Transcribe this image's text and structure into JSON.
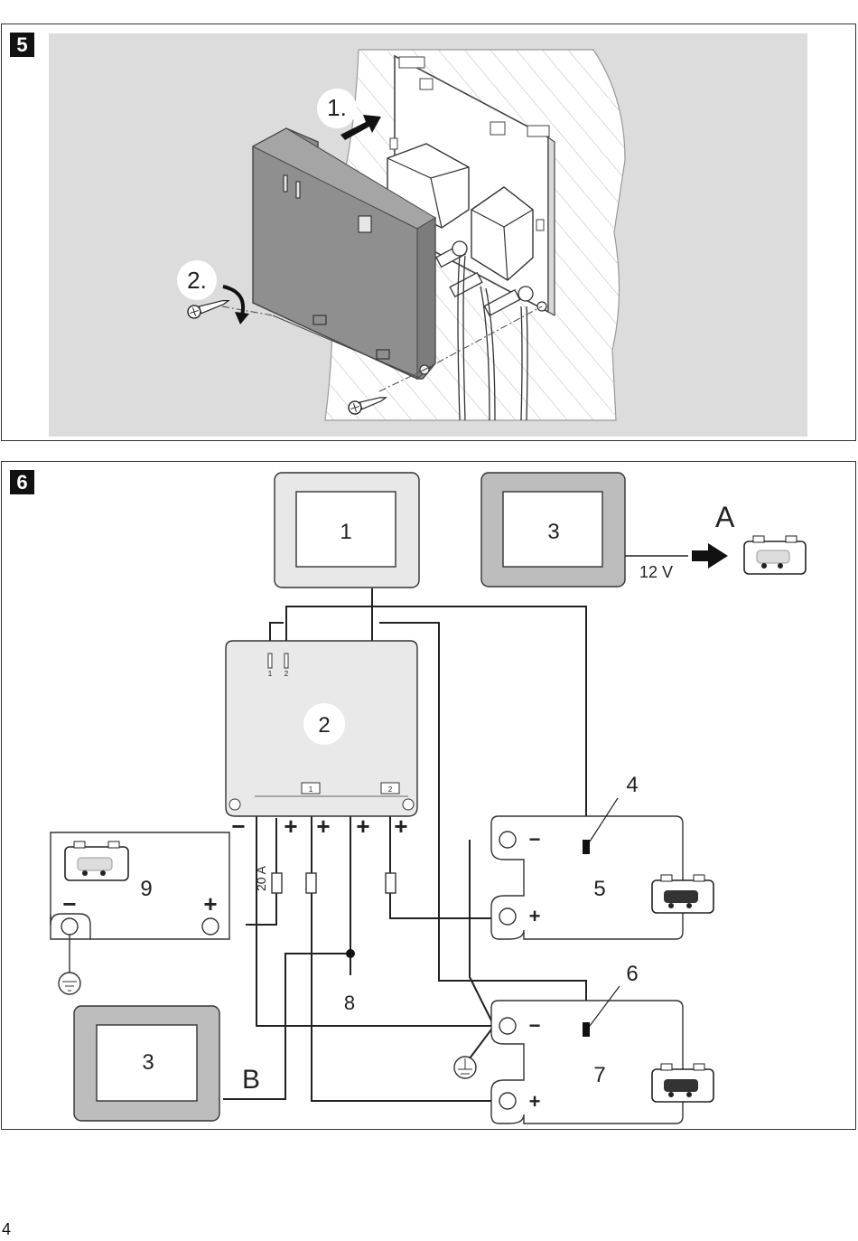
{
  "figure5": {
    "number": "5",
    "step1_label": "1.",
    "step2_label": "2."
  },
  "figure6": {
    "number": "6",
    "components": {
      "display_1": "1",
      "control_unit_2": "2",
      "panel_3_top": "3",
      "panel_3_bottom": "3",
      "callout_4": "4",
      "battery_5": "5",
      "callout_6": "6",
      "battery_7": "7",
      "junction_8": "8",
      "battery_9": "9"
    },
    "labels": {
      "output_A": "A",
      "voltage": "12 V",
      "output_B": "B",
      "fuse_rating": "20 A",
      "sensor_1": "1",
      "sensor_2": "2",
      "terminal_batt1": "1",
      "terminal_batt2": "2"
    },
    "polarity": {
      "minus": "−",
      "plus": "+"
    }
  },
  "page_number": "4"
}
